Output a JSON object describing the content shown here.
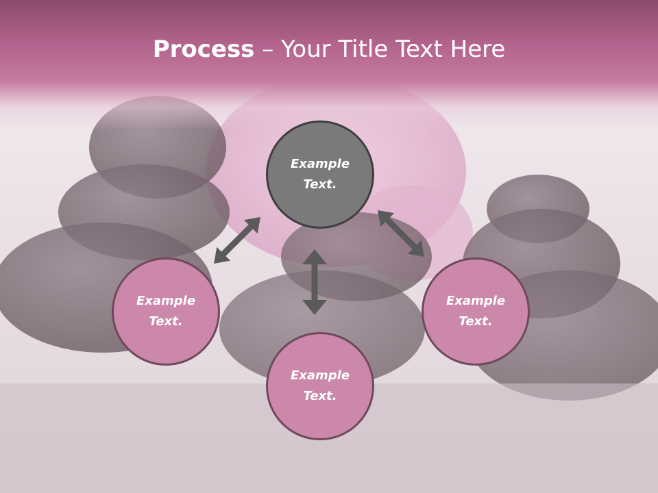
{
  "slide": {
    "title_bold": "Process",
    "title_rest": " – Your Title Text Here",
    "nodes": [
      {
        "line1": "Example",
        "line2": "Text."
      },
      {
        "line1": "Example",
        "line2": "Text."
      },
      {
        "line1": "Example",
        "line2": "Text."
      },
      {
        "line1": "Example",
        "line2": "Text."
      }
    ]
  },
  "colors": {
    "header": "#b4648e",
    "node_top": "#7a7a7a",
    "node_pink": "#cc88aa",
    "arrow": "#5a5a5a"
  }
}
